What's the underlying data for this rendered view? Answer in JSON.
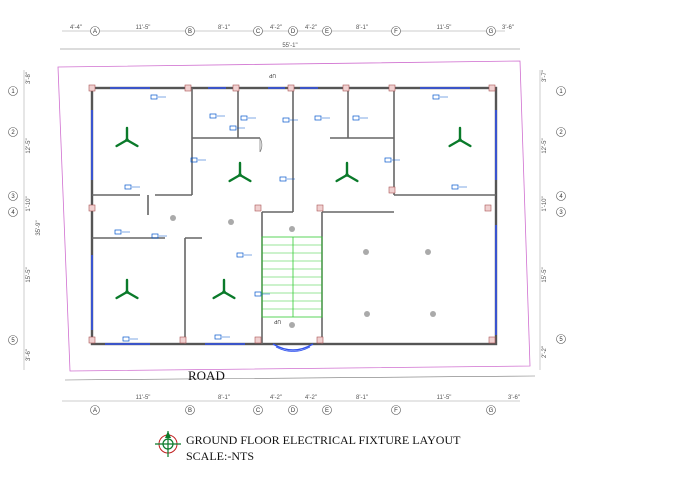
{
  "title": "GROUND FLOOR ELECTRICAL FIXTURE LAYOUT",
  "scale": "SCALE:-NTS",
  "road_label": "ROAD",
  "up_label": "UP",
  "overall_width": "55'-1\"",
  "grid_columns": [
    "A",
    "B",
    "C",
    "D",
    "E",
    "F",
    "G"
  ],
  "grid_rows_left": [
    "1",
    "2",
    "3",
    "4",
    "5"
  ],
  "grid_rows_right": [
    "1",
    "2",
    "4",
    "3",
    "5"
  ],
  "top_dims": [
    "4'-4\"",
    "11'-5\"",
    "8'-1\"",
    "4'-2\"",
    "4'-2\"",
    "8'-1\"",
    "11'-5\"",
    "3'-6\""
  ],
  "bottom_dims": [
    "11'-5\"",
    "8'-1\"",
    "4'-2\"",
    "4'-2\"",
    "8'-1\"",
    "11'-5\"",
    "3'-6\""
  ],
  "left_dims": [
    "3'-8\"",
    "12'-5\"",
    "1'-10\"",
    "35'-9\"",
    "15'-5\"",
    "3'-6\""
  ],
  "right_dims": [
    "3'-7\"",
    "12'-5\"",
    "1'-10\"",
    "15'-5\"",
    "2'-2\""
  ],
  "colors": {
    "wall": "#555555",
    "boundary": "#d070d0",
    "stair": "#33cc33",
    "fan": "#0a7a2a",
    "fixture": "#0055cc",
    "light": "#aaaaaa"
  }
}
